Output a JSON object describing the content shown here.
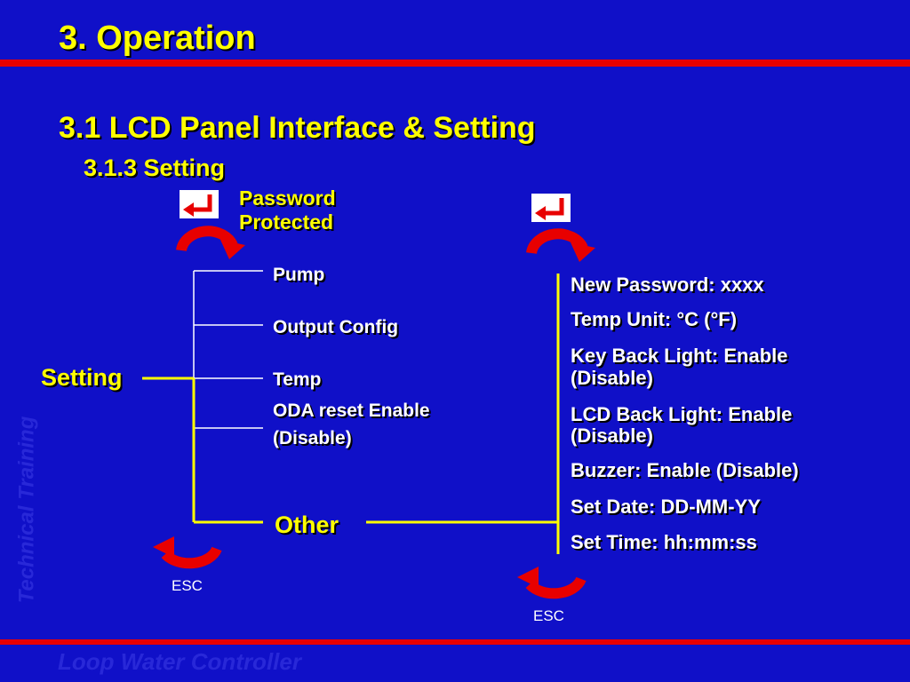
{
  "slide": {
    "title": "3. Operation",
    "subtitle": "3.1 LCD Panel Interface & Setting",
    "section": "3.1.3 Setting",
    "password_note_line1": "Password",
    "password_note_line2": "Protected",
    "watermark_side": "Technical Training",
    "watermark_footer": "Loop Water Controller"
  },
  "menu": {
    "root": "Setting",
    "items": [
      "Pump",
      "Output Config",
      "Temp",
      "ODA reset Enable",
      "(Disable)"
    ],
    "other": "Other",
    "esc_left": "ESC"
  },
  "other_menu": {
    "items": [
      "New Password: xxxx",
      "Temp Unit: °C (°F)",
      "Key Back Light: Enable",
      "(Disable)",
      "LCD Back Light: Enable",
      "(Disable)",
      "Buzzer: Enable (Disable)",
      "Set Date: DD-MM-YY",
      "Set Time: hh:mm:ss"
    ],
    "esc_right": "ESC"
  },
  "colors": {
    "background": "#1010c8",
    "heading": "#ffff00",
    "body_text": "#ffffff",
    "accent_bar": "#e80000",
    "connector": "#ffff00"
  },
  "icons": [
    "enter-key-icon",
    "rotate-arrow-icon",
    "escape-arrow-icon"
  ]
}
